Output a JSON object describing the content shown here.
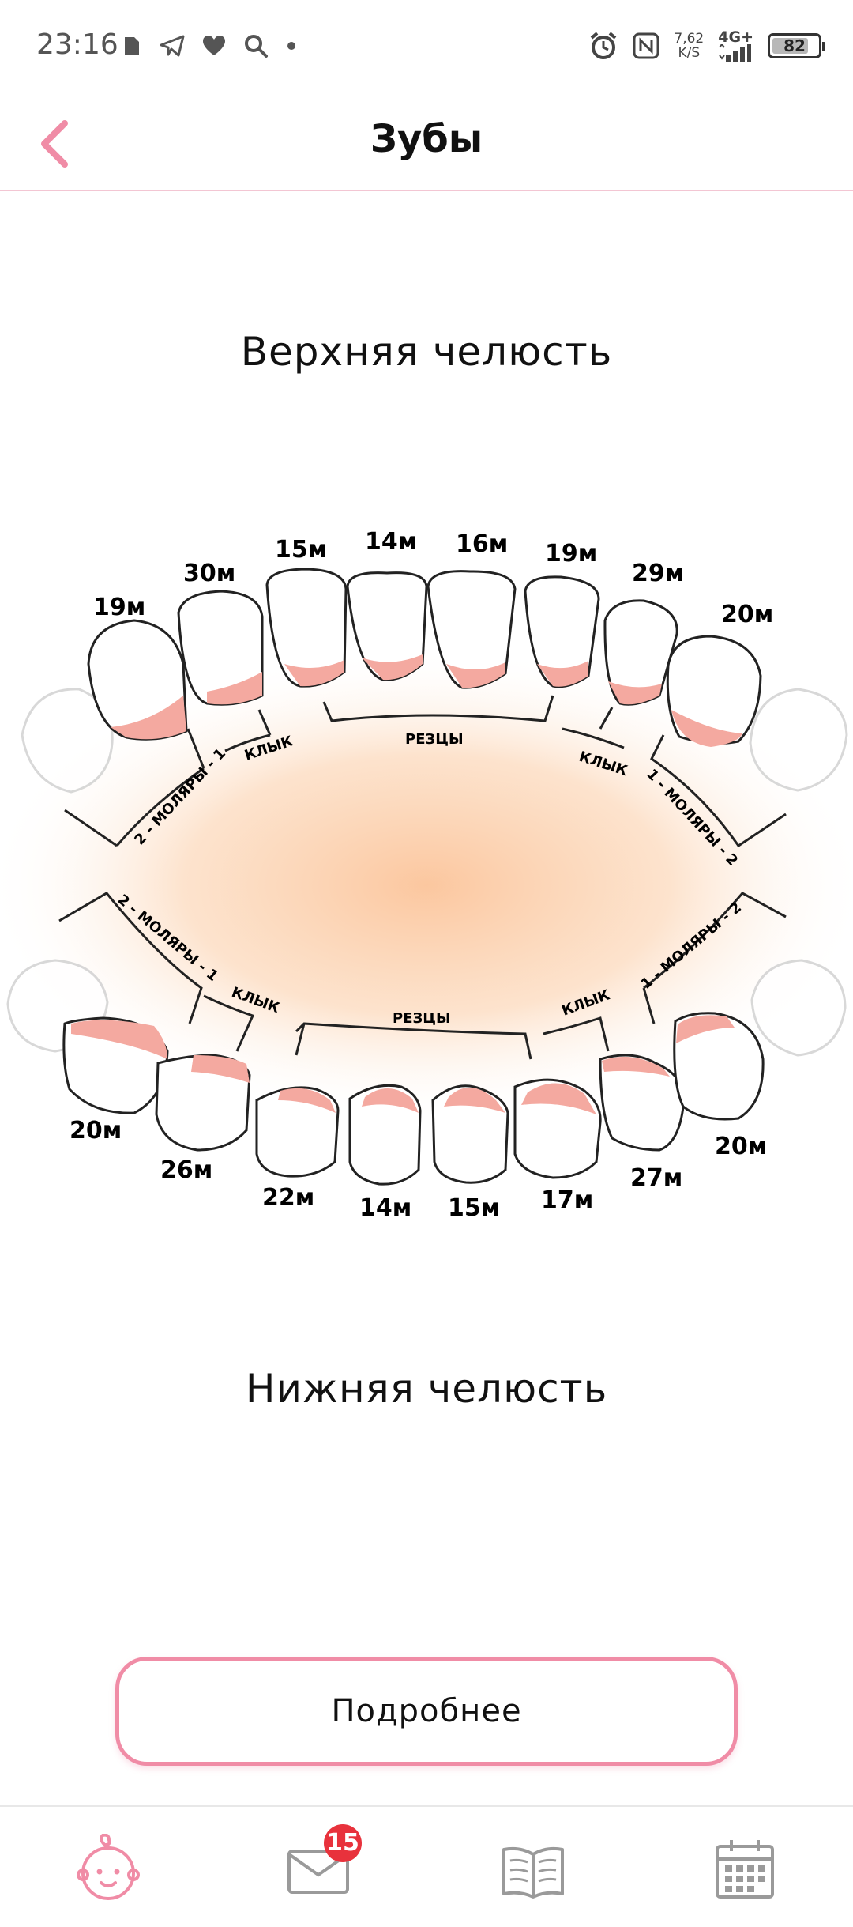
{
  "status_bar": {
    "time": "23:16",
    "net_speed_value": "7,62",
    "net_speed_unit": "K/S",
    "network": "4G+",
    "battery": "82",
    "battery_level": 0.82,
    "left_icons": [
      "sim-icon",
      "telegram-icon",
      "heart-icon",
      "search-icon",
      "dot-icon"
    ],
    "right_icons": [
      "alarm-icon",
      "nfc-icon",
      "signal-icon",
      "battery-icon"
    ]
  },
  "header": {
    "title": "Зубы",
    "back_icon": "chevron-left-icon",
    "accent_color": "#f08ca6"
  },
  "upper_jaw": {
    "title": "Верхняя челюсть",
    "teeth_ages": [
      "19м",
      "30м",
      "15м",
      "14м",
      "16м",
      "19м",
      "29м",
      "20м"
    ],
    "groups": [
      "2 - МОЛЯРЫ - 1",
      "КЛЫК",
      "РЕЗЦЫ",
      "КЛЫК",
      "1 - МОЛЯРЫ - 2"
    ]
  },
  "lower_jaw": {
    "title": "Нижняя челюсть",
    "teeth_ages": [
      "20м",
      "26м",
      "22м",
      "14м",
      "15м",
      "17м",
      "27м",
      "20м"
    ],
    "groups": [
      "2 - МОЛЯРЫ - 1",
      "КЛЫК",
      "РЕЗЦЫ",
      "КЛЫК",
      "1 - МОЛЯРЫ - 2"
    ]
  },
  "colors": {
    "tooth_fill": "#ffffff",
    "tooth_outline": "#222222",
    "gum_accent": "#f4a9a0",
    "glow": "#fbc9a0"
  },
  "more_button": {
    "label": "Подробнее"
  },
  "bottom_nav": {
    "items": [
      {
        "icon": "baby-face-icon",
        "active": true
      },
      {
        "icon": "envelope-icon",
        "badge": "15"
      },
      {
        "icon": "book-icon"
      },
      {
        "icon": "calendar-icon"
      }
    ]
  }
}
